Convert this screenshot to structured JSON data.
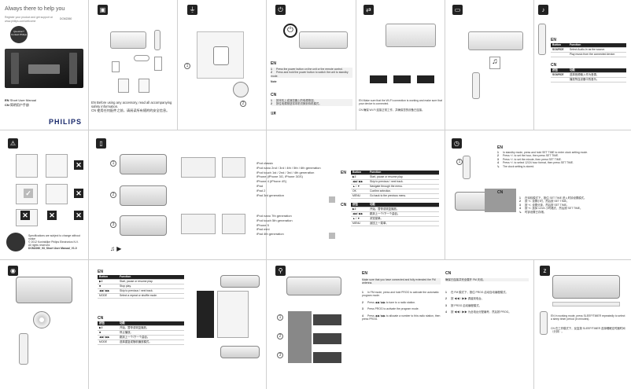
{
  "header": {
    "title": "Always there to help you",
    "subtitle_line1": "Register your product and get support at",
    "subtitle_line2": "www.philips.com/welcome",
    "model": "DCM2260",
    "question_badge": "Question? Contact Philips"
  },
  "cover": {
    "brand": "PHILIPS",
    "langs": [
      {
        "code": "EN",
        "text": "Short User Manual"
      },
      {
        "code": "CN",
        "text": "简明用户手册"
      }
    ],
    "footer_line1": "Specifications are subject to change without notice",
    "footer_line2": "© 2012 Koninklijke Philips Electronics N.V.",
    "footer_line3": "All rights reserved.",
    "doc_code": "DCM2260_93_Short User Manual_V1.0"
  },
  "adapter_note": {
    "en": "EN  Before using any accessory, read all accompanying safety information.",
    "cn": "CN  使用任何配件之前，请阅读所有随附的安全信息。"
  },
  "power": {
    "en_label": "EN",
    "en_steps": [
      "Press the power button on the unit or the remote control.",
      "Press and hold the power button to switch the unit to standby mode."
    ],
    "en_note_label": "Note",
    "cn_label": "CN",
    "cn_steps": [
      "按本机上或遥控器上的电源按钮。",
      "按住电源按钮将本机切换到待机模式。"
    ],
    "cn_note_label": "注意"
  },
  "connect_note": {
    "en": "EN  Make sure that the Wi-Fi connection is working and make sure that your device is connected.",
    "cn": "CN  确保 Wi-Fi 连接正常工作，并确保您的设备已连接。"
  },
  "audio_in_table": {
    "en_label": "EN",
    "en_rows": [
      {
        "button": "Button",
        "function": "Function"
      },
      {
        "button": "SOURCE",
        "function": "Select Audio-In as the source."
      },
      {
        "button": "",
        "function": "Play music from the connected device."
      }
    ],
    "cn_label": "CN",
    "cn_rows": [
      {
        "button": "按钮",
        "function": "功能"
      },
      {
        "button": "SOURCE",
        "function": "选择音频输入作为音源。"
      },
      {
        "button": "",
        "function": "播放所连设备中的音乐。"
      }
    ]
  },
  "ipod_list": {
    "compatible": [
      "iPod classic",
      "iPod nano 2nd / 3rd / 4th / 5th / 6th generation",
      "iPod touch 1st / 2nd / 3rd / 4th generation",
      "iPhone (iPhone 3G, iPhone 3GS)",
      "iPhone 4 (iPhone 4S)",
      "iPad",
      "iPad 2",
      "iPad 3rd generation"
    ],
    "compatible2": [
      "iPod nano 7th generation",
      "iPod touch 5th generation",
      "iPhone 5",
      "iPad mini",
      "iPad 4th generation"
    ]
  },
  "dock_table": {
    "en_label": "EN",
    "en_rows": [
      {
        "button": "Button",
        "function": "Function"
      },
      {
        "button": "▶II",
        "function": "Start, pause or resume play."
      },
      {
        "button": "◀◀ / ▶▶",
        "function": "Skip to previous / next track."
      },
      {
        "button": "▲ / ▼",
        "function": "Navigate through the menu."
      },
      {
        "button": "OK",
        "function": "Confirm selection."
      },
      {
        "button": "MENU",
        "function": "Go back to the previous menu."
      }
    ],
    "cn_label": "CN",
    "cn_rows": [
      {
        "button": "按钮",
        "function": "功能"
      },
      {
        "button": "▶II",
        "function": "开始、暂停或恢复播放。"
      },
      {
        "button": "◀◀ / ▶▶",
        "function": "跳到上一个/下一个曲目。"
      },
      {
        "button": "▲ / ▼",
        "function": "浏览菜单。"
      },
      {
        "button": "MENU",
        "function": "返回上一菜单。"
      }
    ]
  },
  "clock": {
    "en_label": "EN",
    "en_steps": [
      "In standby mode, press and hold SET TIME to enter clock setting mode.",
      "Press +/- to set the hour, then press SET TIME.",
      "Press +/- to set the minute, then press SET TIME.",
      "Press +/- to select 12/24 hour format, then press SET TIME.",
      "The clock setting is stored."
    ],
    "cn_label": "CN",
    "cn_steps": [
      "在待机模式下，按住 SET TIME 进入时钟设置模式。",
      "按 +/- 设置小时，然后按 SET TIME。",
      "按 +/- 设置分钟，然后按 SET TIME。",
      "按 +/- 选择 12/24 小时格式，然后按 SET TIME。",
      "时钟设置已存储。"
    ]
  },
  "disc_table": {
    "en_label": "EN",
    "en_rows": [
      {
        "button": "Button",
        "function": "Function"
      },
      {
        "button": "▶II",
        "function": "Start, pause or resume play."
      },
      {
        "button": "■",
        "function": "Stop play."
      },
      {
        "button": "◀◀ / ▶▶",
        "function": "Skip to previous / next track."
      },
      {
        "button": "MODE",
        "function": "Select a repeat or shuffle mode."
      }
    ],
    "cn_label": "CN",
    "cn_rows": [
      {
        "button": "按钮",
        "function": "功能"
      },
      {
        "button": "▶II",
        "function": "开始、暂停或恢复播放。"
      },
      {
        "button": "■",
        "function": "停止播放。"
      },
      {
        "button": "◀◀ / ▶▶",
        "function": "跳到上一个/下一个曲目。"
      },
      {
        "button": "MODE",
        "function": "选择重复或随机播放模式。"
      }
    ]
  },
  "radio": {
    "en_label": "EN",
    "en_note": "Make sure that you have connected and fully extended the FM antenna.",
    "en_steps": [
      "In FM mode, press and hold PROG to activate the automatic program mode.",
      "Press ◀◀ / ▶▶ to tune to a radio station.",
      "Press PROG to activate the program mode.",
      "Press ◀◀ / ▶▶ to allocate a number to this radio station, then press PROG."
    ],
    "cn_label": "CN",
    "cn_note": "确保已连接并完全展开 FM 天线。",
    "cn_steps": [
      "在 FM 模式下，按住 PROG 启动自动编程模式。",
      "按 ◀◀ / ▶▶ 调谐到电台。",
      "按 PROG 启动编程模式。",
      "按 ◀◀ / ▶▶ 为此电台分配编号，然后按 PROG。"
    ]
  },
  "sleep": {
    "en": "EN  In working mode, press SLEEP/TIMER repeatedly to select a sleep timer period (in minutes).",
    "cn": "CN  在工作模式下，反复按 SLEEP/TIMER 选择睡眠定时器时间（分钟）。"
  },
  "icons": {
    "box": "box-icon",
    "plug": "plug-icon",
    "power": "power-icon",
    "music": "music-note-icon",
    "warning": "warning-icon",
    "phone": "phone-icon",
    "clock": "clock-icon",
    "disc": "disc-icon",
    "radio": "antenna-icon",
    "sleep": "sleep-icon"
  },
  "colors": {
    "accent": "#222222",
    "panel_bg": "#ffffff",
    "rule": "#cfcfcf"
  }
}
